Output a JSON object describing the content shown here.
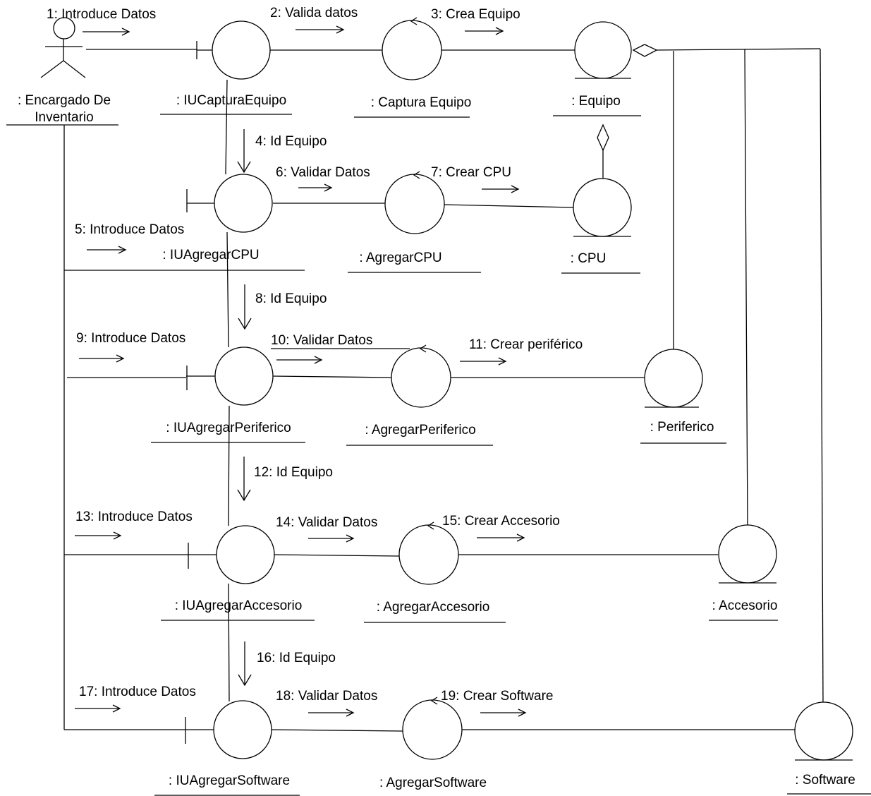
{
  "actors": [
    {
      "id": "encargado",
      "lines": [
        ": Encargado De",
        "Inventario"
      ]
    }
  ],
  "objects": [
    {
      "id": "iu_captura",
      "kind": "boundary",
      "label": ": IUCapturaEquipo"
    },
    {
      "id": "captura",
      "kind": "control",
      "label": ": Captura Equipo"
    },
    {
      "id": "equipo",
      "kind": "entity",
      "label": ": Equipo"
    },
    {
      "id": "iu_cpu",
      "kind": "boundary",
      "label": ": IUAgregarCPU"
    },
    {
      "id": "agregar_cpu",
      "kind": "control",
      "label": ": AgregarCPU"
    },
    {
      "id": "cpu",
      "kind": "entity",
      "label": ": CPU"
    },
    {
      "id": "iu_periferico",
      "kind": "boundary",
      "label": ": IUAgregarPeriferico"
    },
    {
      "id": "agregar_periferico",
      "kind": "control",
      "label": ": AgregarPeriferico"
    },
    {
      "id": "periferico",
      "kind": "entity",
      "label": ": Periferico"
    },
    {
      "id": "iu_accesorio",
      "kind": "boundary",
      "label": ": IUAgregarAccesorio"
    },
    {
      "id": "agregar_accesorio",
      "kind": "control",
      "label": ": AgregarAccesorio"
    },
    {
      "id": "accesorio",
      "kind": "entity",
      "label": ": Accesorio"
    },
    {
      "id": "iu_software",
      "kind": "boundary",
      "label": ": IUAgregarSoftware"
    },
    {
      "id": "agregar_software",
      "kind": "control",
      "label": ": AgregarSoftware"
    },
    {
      "id": "software",
      "kind": "entity",
      "label": ": Software"
    }
  ],
  "messages": [
    {
      "label": "1: Introduce  Datos",
      "from": "encargado",
      "to": "iu_captura"
    },
    {
      "label": "2: Valida datos",
      "from": "iu_captura",
      "to": "captura"
    },
    {
      "label": "3: Crea Equipo",
      "from": "captura",
      "to": "equipo"
    },
    {
      "label": "4: Id Equipo",
      "from": "iu_captura",
      "to": "iu_cpu"
    },
    {
      "label": "5: Introduce  Datos",
      "from": "encargado",
      "to": "iu_cpu"
    },
    {
      "label": "6: Validar Datos",
      "from": "iu_cpu",
      "to": "agregar_cpu"
    },
    {
      "label": "7: Crear CPU",
      "from": "agregar_cpu",
      "to": "cpu"
    },
    {
      "label": "8: Id Equipo",
      "from": "iu_cpu",
      "to": "iu_periferico"
    },
    {
      "label": "9: Introduce  Datos",
      "from": "encargado",
      "to": "iu_periferico"
    },
    {
      "label": "10: Validar Datos",
      "from": "iu_periferico",
      "to": "agregar_periferico"
    },
    {
      "label": "11: Crear periférico",
      "from": "agregar_periferico",
      "to": "periferico"
    },
    {
      "label": "12: Id Equipo",
      "from": "iu_periferico",
      "to": "iu_accesorio"
    },
    {
      "label": "13: Introduce  Datos",
      "from": "encargado",
      "to": "iu_accesorio"
    },
    {
      "label": "14: Validar Datos",
      "from": "iu_accesorio",
      "to": "agregar_accesorio"
    },
    {
      "label": "15: Crear Accesorio",
      "from": "agregar_accesorio",
      "to": "accesorio"
    },
    {
      "label": "16: Id Equipo",
      "from": "iu_accesorio",
      "to": "iu_software"
    },
    {
      "label": "17: Introduce  Datos",
      "from": "encargado",
      "to": "iu_software"
    },
    {
      "label": "18: Validar Datos",
      "from": "iu_software",
      "to": "agregar_software"
    },
    {
      "label": "19: Crear Software",
      "from": "agregar_software",
      "to": "software"
    }
  ],
  "aggregations": [
    {
      "whole": "equipo",
      "part": "cpu"
    },
    {
      "whole": "equipo",
      "part": "periferico"
    },
    {
      "whole": "equipo",
      "part": "accesorio"
    },
    {
      "whole": "equipo",
      "part": "software"
    }
  ]
}
